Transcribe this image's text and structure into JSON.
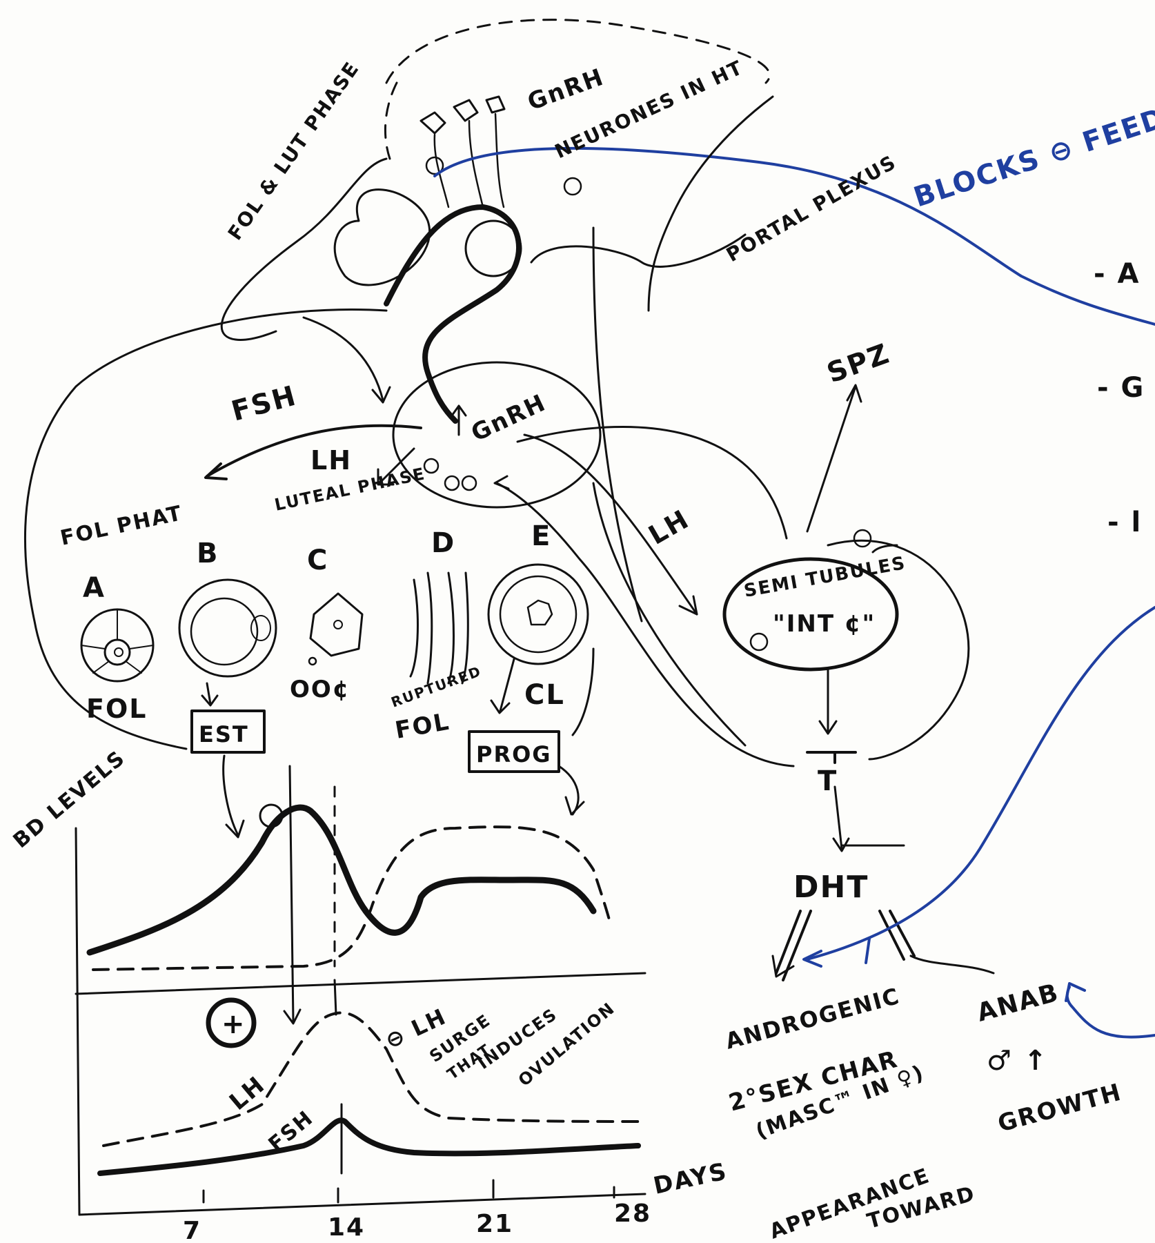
{
  "labels": {
    "gnrh_top": "GnRH",
    "neurones_in_ht": "NEURONES IN HT",
    "fol_lut_phase": "FOL & LUT PHASE",
    "portal_plexus": "PORTAL PLEXUS",
    "blocks_neg_feedback": "BLOCKS ⊖ FEEDBACK",
    "fsh": "FSH",
    "lh_left": "LH",
    "luteal_phase": "LUTEAL PHASE",
    "gnrh_mid": "GnRH",
    "lh_right": "LH",
    "spz": "SPZ",
    "semi_tubules": "SEMI TUBULES",
    "int_cell": "\"INT ¢\"",
    "fol_phase": "FOL PHAT",
    "t": "T",
    "dht": "DHT",
    "androgenic": "ANDROGENIC",
    "sec_char": "2°SEX CHAR",
    "masc_in_female": "(MASC™ IN ♀)",
    "appearance": "APPEARANCE",
    "toward": "TOWARD",
    "anab": "ANAB",
    "male_up": "♂ ↑",
    "growth": "GROWTH",
    "days": "DAYS",
    "bd_levels": "BD LEVELS",
    "lh_curve": "LH",
    "fsh_curve": "FSH",
    "surge_note_1": "⊖ LH",
    "surge_note_2": "SURGE",
    "surge_note_3": "THAT",
    "surge_note_4": "INDUCES",
    "surge_note_5": "OVULATION",
    "plus": "+",
    "est": "EST",
    "prog": "PROG",
    "fol": "FOL",
    "oo_cell": "OO¢",
    "ruptured": "RUPTURED",
    "fol_d": "FOL",
    "cl": "CL",
    "right_edge_a": "- A",
    "right_edge_g": "- G",
    "right_edge_l": "- l"
  },
  "stages": [
    "A",
    "B",
    "C",
    "D",
    "E"
  ],
  "day_ticks": [
    "7",
    "14",
    "21",
    "28"
  ],
  "colors": {
    "ink": "#111111",
    "blue_pen": "#1f3fa0",
    "paper": "#fdfdfb"
  }
}
